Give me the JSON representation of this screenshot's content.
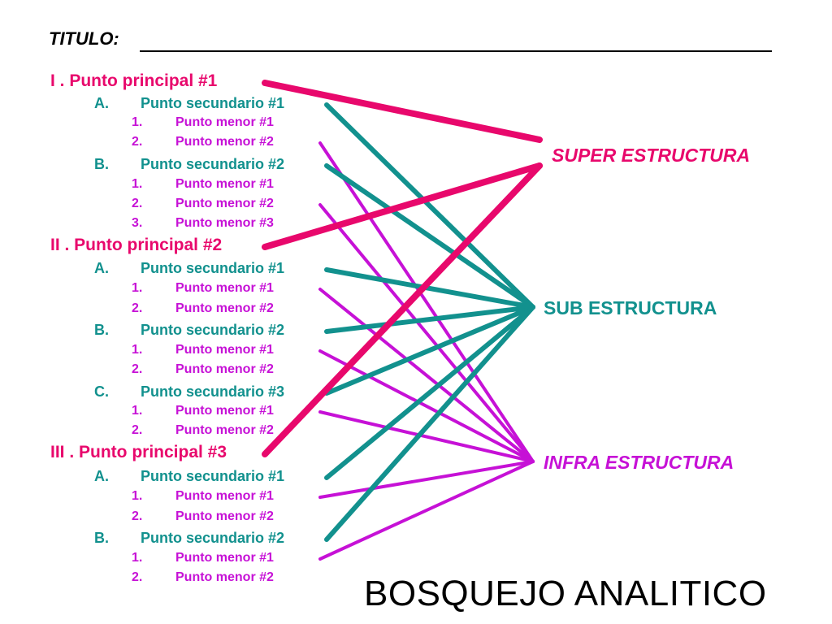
{
  "title_label": "TITULO:",
  "outline": [
    {
      "level": "major",
      "num": "",
      "text": "I .  Punto principal #1",
      "target": "super"
    },
    {
      "level": "sec",
      "num": "A.",
      "text": "Punto secundario #1",
      "target": "sub"
    },
    {
      "level": "minor",
      "num": "1.",
      "text": "Punto menor #1"
    },
    {
      "level": "minor",
      "num": "2.",
      "text": "Punto menor #2",
      "target": "infra"
    },
    {
      "level": "sec",
      "num": "B.",
      "text": "Punto secundario #2",
      "target": "sub"
    },
    {
      "level": "minor",
      "num": "1.",
      "text": "Punto menor #1"
    },
    {
      "level": "minor",
      "num": "2.",
      "text": "Punto menor #2",
      "target": "infra"
    },
    {
      "level": "minor",
      "num": "3.",
      "text": "Punto menor #3"
    },
    {
      "level": "major",
      "num": "",
      "text": "II . Punto principal #2",
      "target": "super"
    },
    {
      "level": "sec",
      "num": "A.",
      "text": "Punto secundario #1",
      "target": "sub"
    },
    {
      "level": "minor",
      "num": "1.",
      "text": "Punto menor #1",
      "target": "infra"
    },
    {
      "level": "minor",
      "num": "2.",
      "text": "Punto menor #2"
    },
    {
      "level": "sec",
      "num": "B.",
      "text": "Punto secundario #2",
      "target": "sub"
    },
    {
      "level": "minor",
      "num": "1.",
      "text": "Punto menor #1",
      "target": "infra"
    },
    {
      "level": "minor",
      "num": "2.",
      "text": "Punto menor #2"
    },
    {
      "level": "sec",
      "num": "C.",
      "text": "Punto secundario #3",
      "target": "sub"
    },
    {
      "level": "minor",
      "num": "1.",
      "text": "Punto menor #1",
      "target": "infra"
    },
    {
      "level": "minor",
      "num": "2.",
      "text": "Punto menor #2"
    },
    {
      "level": "major",
      "num": "",
      "text": "III . Punto principal #3",
      "target": "super"
    },
    {
      "level": "sec",
      "num": "A.",
      "text": "Punto secundario #1",
      "target": "sub"
    },
    {
      "level": "minor",
      "num": "1.",
      "text": "Punto menor #1",
      "target": "infra"
    },
    {
      "level": "minor",
      "num": "2.",
      "text": "Punto menor #2"
    },
    {
      "level": "sec",
      "num": "B.",
      "text": "Punto secundario #2",
      "target": "sub"
    },
    {
      "level": "minor",
      "num": "1.",
      "text": "Punto menor #1",
      "target": "infra"
    },
    {
      "level": "minor",
      "num": "2.",
      "text": "Punto menor #2"
    }
  ],
  "categories": {
    "super": "SUPER ESTRUCTURA",
    "sub": "SUB ESTRUCTURA",
    "infra": "INFRA ESTRUCTURA"
  },
  "footer": "BOSQUEJO ANALITICO",
  "colors": {
    "super": "#e8086c",
    "sub": "#12918e",
    "infra": "#c611d6"
  }
}
